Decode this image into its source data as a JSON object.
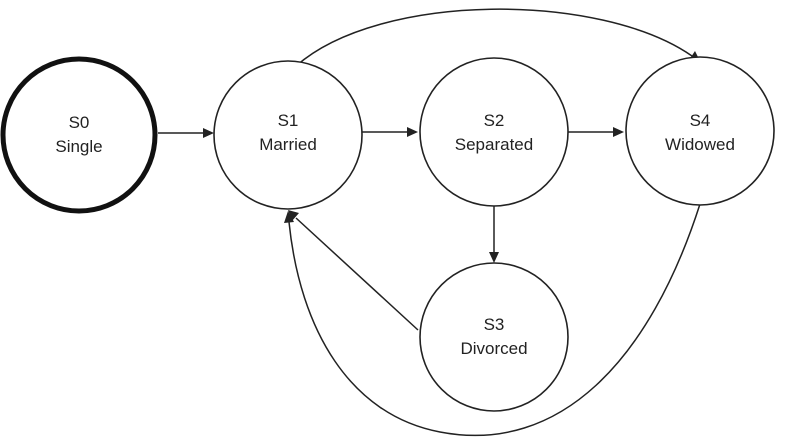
{
  "states": [
    {
      "id": "S0",
      "label": "Single",
      "initial": true
    },
    {
      "id": "S1",
      "label": "Married",
      "initial": false
    },
    {
      "id": "S2",
      "label": "Separated",
      "initial": false
    },
    {
      "id": "S3",
      "label": "Divorced",
      "initial": false
    },
    {
      "id": "S4",
      "label": "Widowed",
      "initial": false
    }
  ],
  "transitions": [
    {
      "from": "S0",
      "to": "S1"
    },
    {
      "from": "S1",
      "to": "S2"
    },
    {
      "from": "S2",
      "to": "S4"
    },
    {
      "from": "S2",
      "to": "S3"
    },
    {
      "from": "S1",
      "to": "S4"
    },
    {
      "from": "S3",
      "to": "S1"
    },
    {
      "from": "S4",
      "to": "S1"
    }
  ],
  "colors": {
    "stroke": "#222222",
    "corner_text": "#1f3fbf"
  }
}
